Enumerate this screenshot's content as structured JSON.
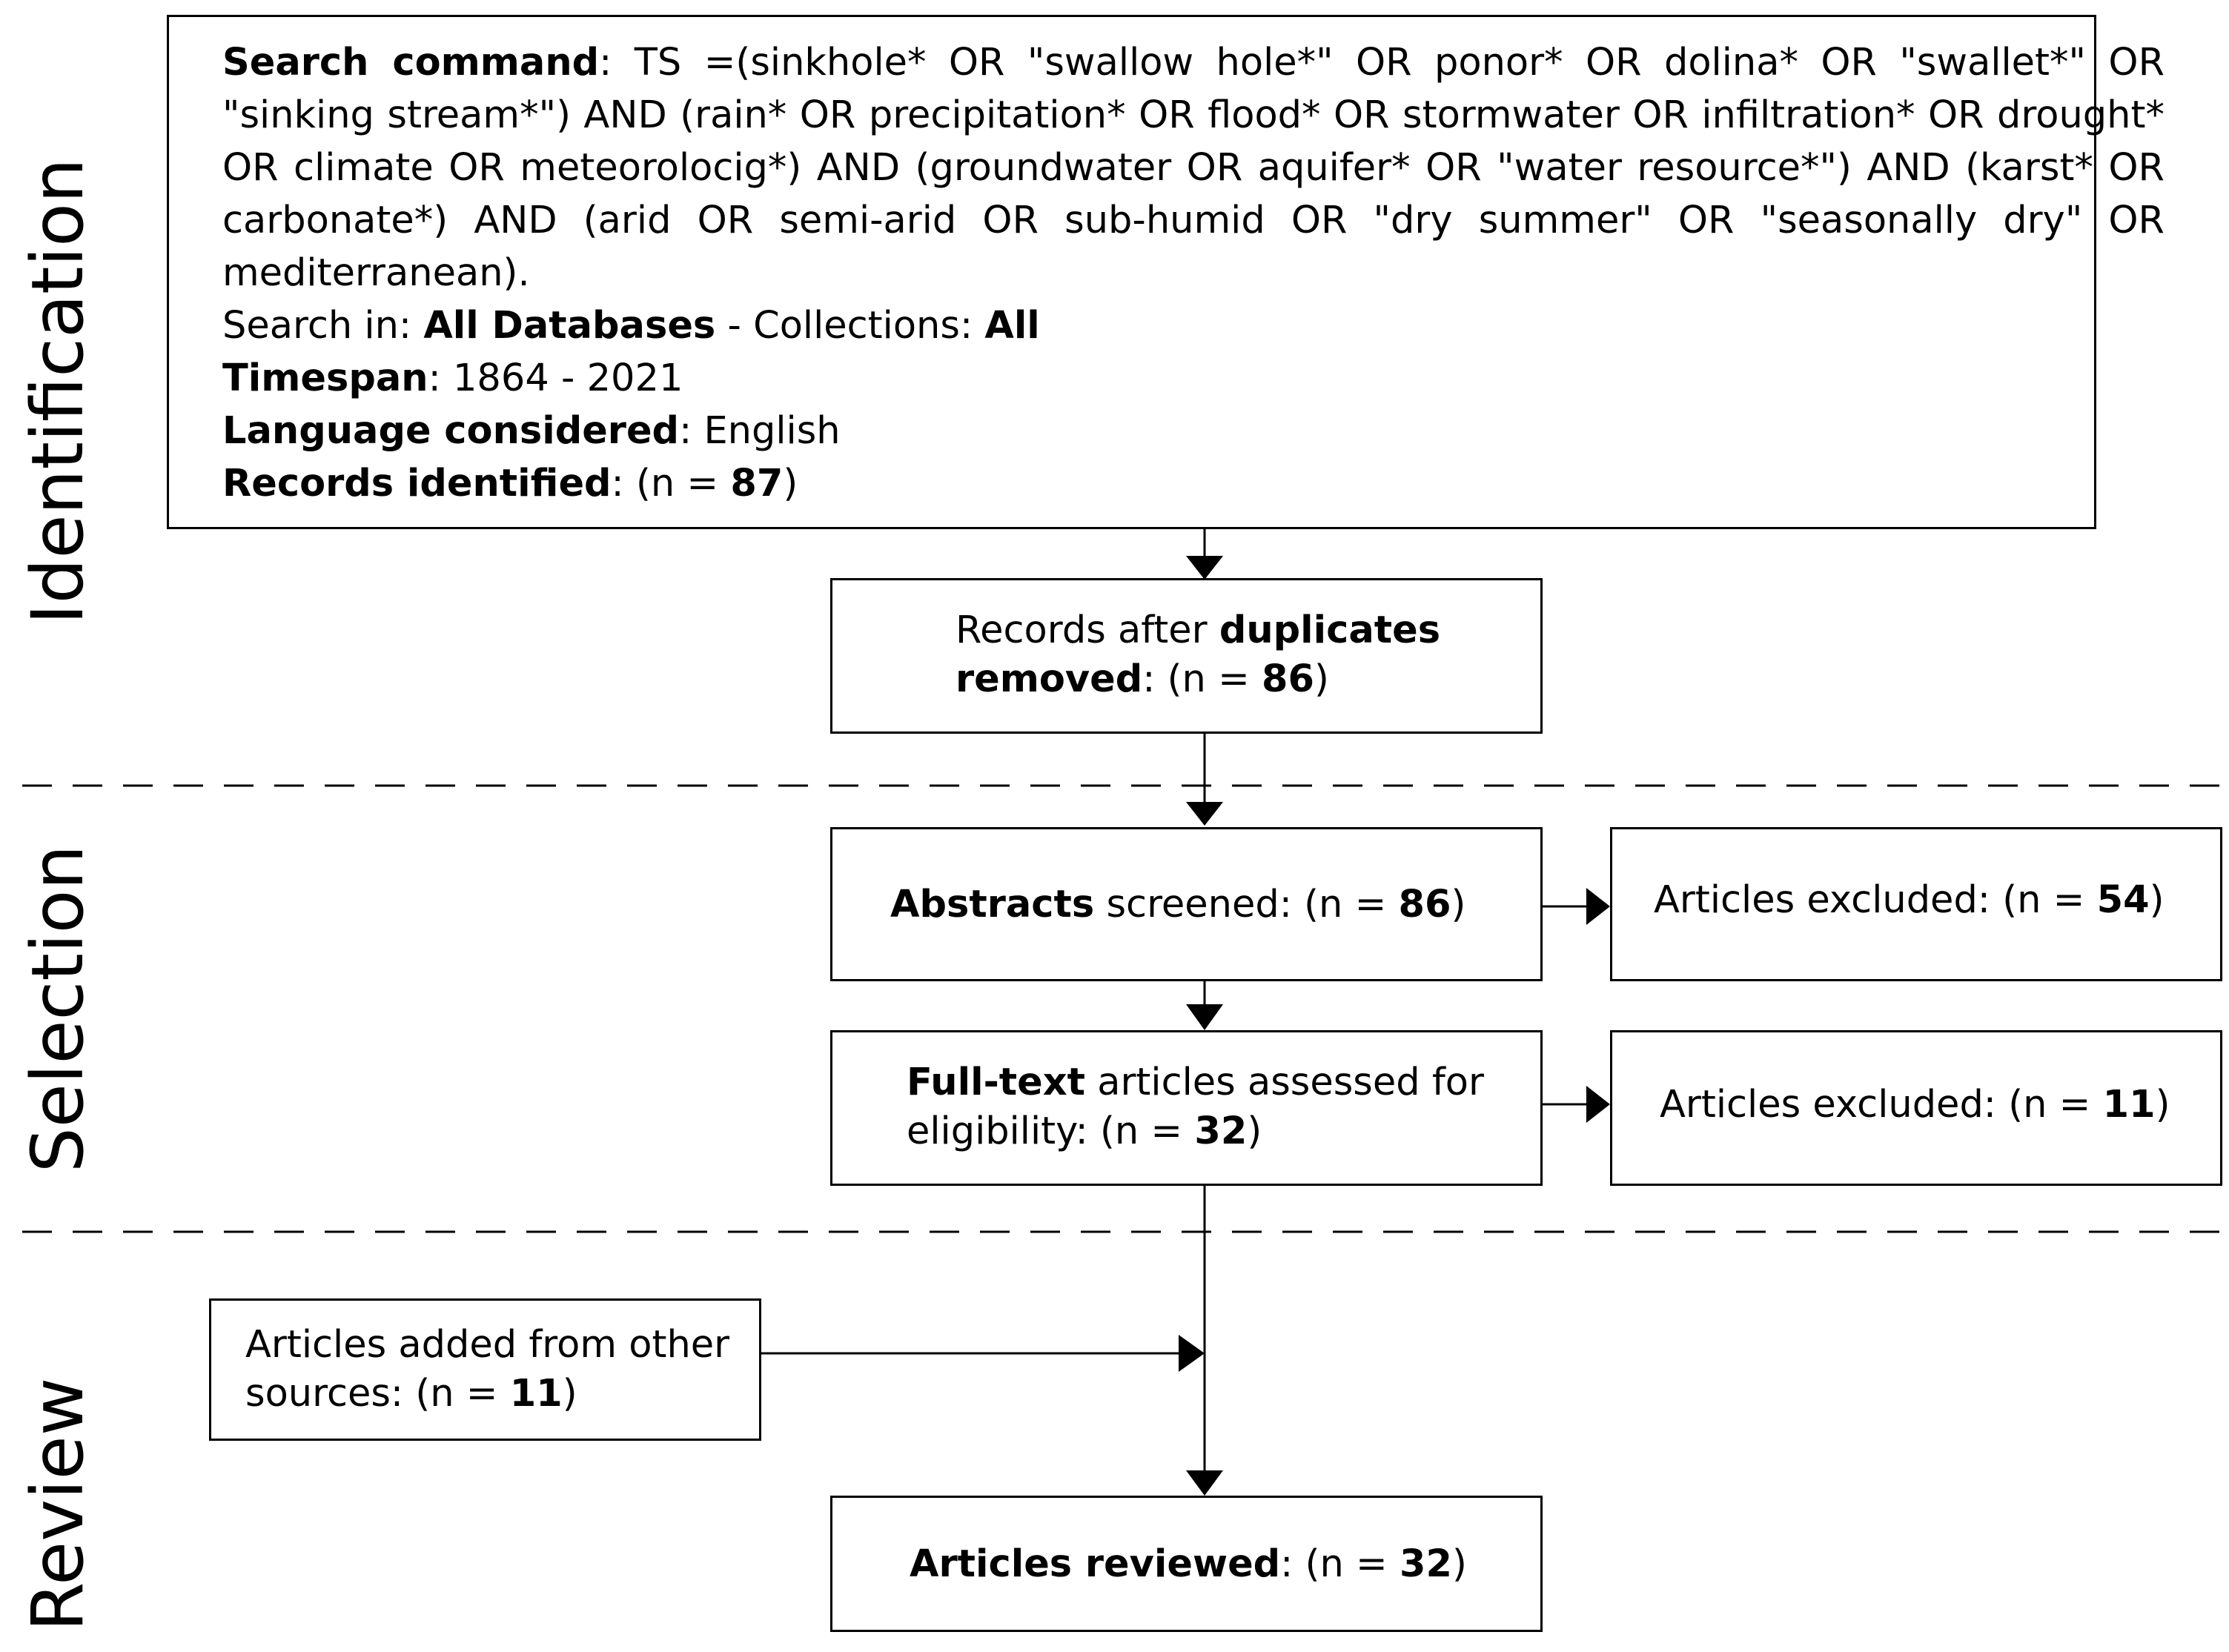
{
  "sections": {
    "identification": "Identification",
    "selection": "Selection",
    "review": "Review"
  },
  "search": {
    "command_label": "Search command",
    "command_text": ": TS =(sinkhole* OR \"swallow hole*\" OR ponor* OR dolina* OR \"swallet*\" OR \"sinking stream*\") AND (rain* OR precipitation* OR flood* OR stormwater OR infiltration* OR drought* OR climate OR meteorolocig*) AND (groundwater OR aquifer* OR \"water resource*\") AND (karst* OR carbonate*) AND (arid OR semi-arid OR sub-humid OR \"dry summer\" OR \"seasonally dry\" OR  mediterranean).",
    "search_in_label": "Search in: ",
    "search_in_value": "All Databases",
    "collections_label": " - Collections: ",
    "collections_value": "All",
    "timespan_label": "Timespan",
    "timespan_value": ": 1864 - 2021",
    "language_label": "Language considered",
    "language_value": ": English",
    "records_label": "Records identified",
    "records_prefix": ": (n = ",
    "records_count": "87",
    "records_suffix": ")"
  },
  "duplicates": {
    "line1_text": "Records after ",
    "line1_bold": "duplicates",
    "line2_bold": "removed",
    "line2_prefix": ": (n = ",
    "count": "86",
    "suffix": ")"
  },
  "abstracts": {
    "bold": "Abstracts",
    "text": " screened: (n = ",
    "count": "86",
    "suffix": ")"
  },
  "excluded_abstracts": {
    "text": "Articles excluded: (n = ",
    "count": "54",
    "suffix": ")"
  },
  "fulltext": {
    "bold": "Full-text",
    "line1_text": " articles assessed for",
    "line2_text": "eligibility: (n = ",
    "count": "32",
    "suffix": ")"
  },
  "excluded_fulltext": {
    "text": "Articles excluded: (n = ",
    "count": "11",
    "suffix": ")"
  },
  "other_sources": {
    "line1": "Articles added from other",
    "line2_text": "sources: (n = ",
    "count": "11",
    "suffix": ")"
  },
  "reviewed": {
    "bold": "Articles reviewed",
    "text": ": (n = ",
    "count": "32",
    "suffix": ")"
  }
}
